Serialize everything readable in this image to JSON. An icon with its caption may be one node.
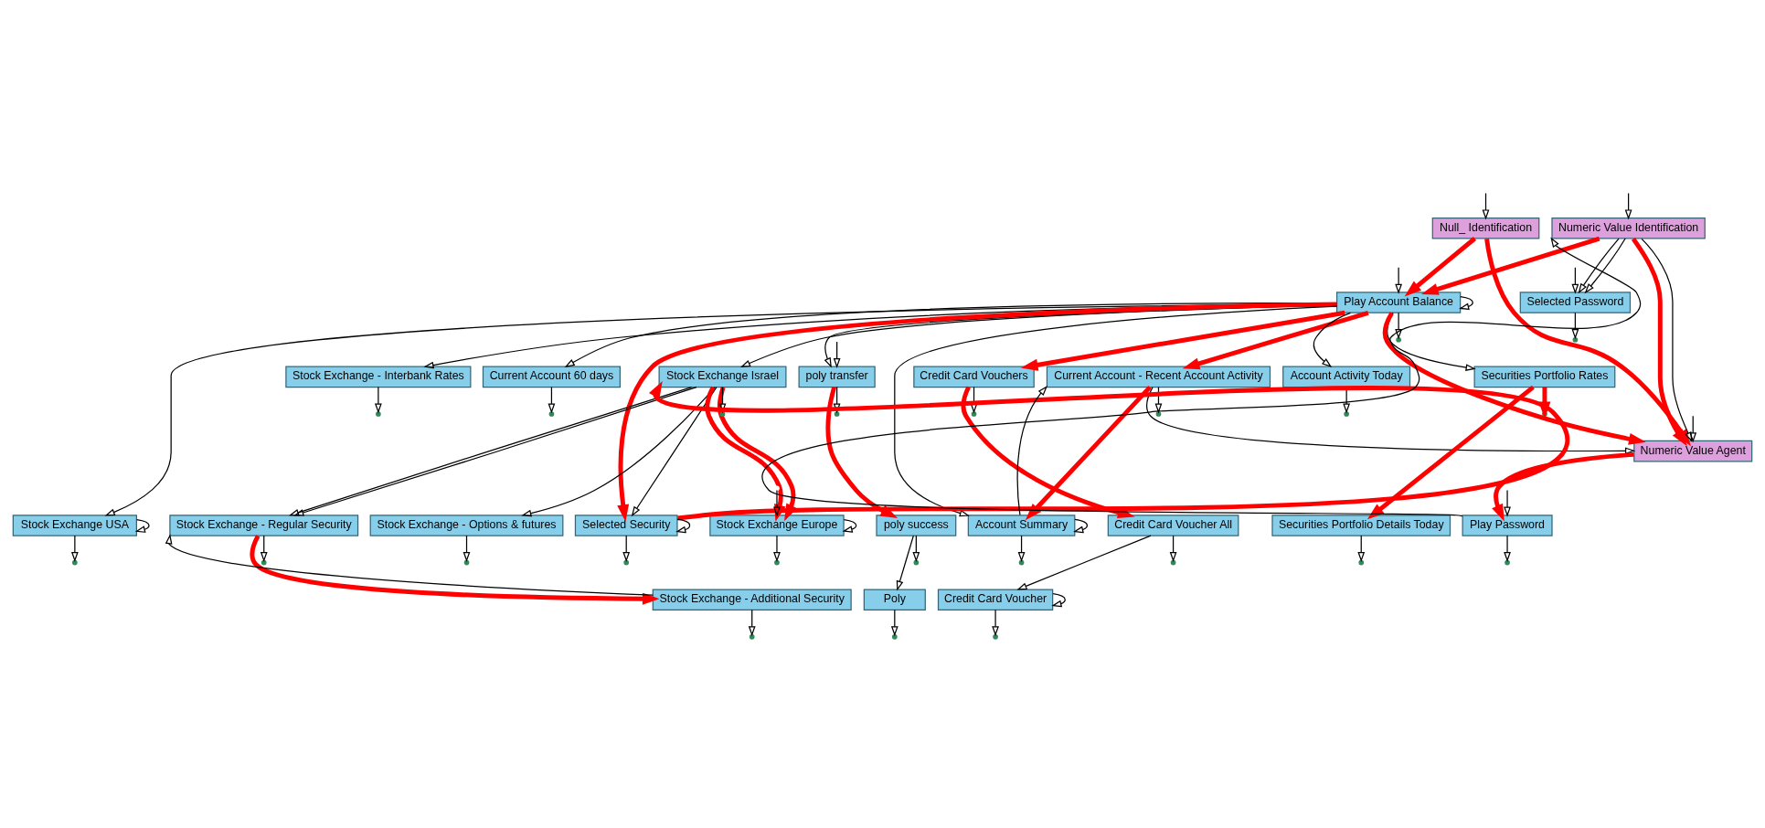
{
  "diagram": {
    "nodes": [
      {
        "text": [
          "Null_ Identification"
        ]
      },
      {
        "text": [
          "Numeric Value Identification"
        ]
      },
      {
        "text": [
          "Play Account Balance"
        ]
      },
      {
        "text": [
          "Selected Password"
        ]
      },
      {
        "text": [
          "Stock Exchange - Interbank Rates"
        ]
      },
      {
        "text": [
          "Current Account 60 days"
        ]
      },
      {
        "text": [
          "Stock Exchange Israel"
        ]
      },
      {
        "text": [
          "poly transfer"
        ]
      },
      {
        "text": [
          "Credit Card Vouchers"
        ]
      },
      {
        "text": [
          "Current Account - Recent Account Activity"
        ]
      },
      {
        "text": [
          "Account Activity Today"
        ]
      },
      {
        "text": [
          "Securities Portfolio Rates"
        ]
      },
      {
        "text": [
          "Numeric Value Agent"
        ]
      },
      {
        "text": [
          "Stock Exchange USA"
        ]
      },
      {
        "text": [
          "Stock Exchange - Regular Security"
        ]
      },
      {
        "text": [
          "Stock Exchange - Options & futures"
        ]
      },
      {
        "text": [
          "Selected Security"
        ]
      },
      {
        "text": [
          "Stock Exchange Europe"
        ]
      },
      {
        "text": [
          "poly success"
        ]
      },
      {
        "text": [
          "Account Summary"
        ]
      },
      {
        "text": [
          "Credit Card Voucher All"
        ]
      },
      {
        "text": [
          "Securities Portfolio Details Today"
        ]
      },
      {
        "text": [
          "Play Password"
        ]
      },
      {
        "text": [
          "Stock Exchange - Additional Security"
        ]
      },
      {
        "text": [
          "Poly"
        ]
      },
      {
        "text": [
          "Credit Card Voucher"
        ]
      }
    ],
    "edges": [
      {
        "from": null,
        "to": 0,
        "arrow": "to"
      },
      {
        "from": null,
        "to": 1,
        "arrow": "to"
      },
      {
        "from": 0,
        "to": 2,
        "arrow": "to",
        "style": "thick",
        "color": "#ff0000"
      },
      {
        "from": 0,
        "to": 12,
        "arrow": "to",
        "style": "thick",
        "color": "#ff0000"
      },
      {
        "from": 1,
        "to": 2,
        "arrow": "to",
        "style": "thick",
        "color": "#ff0000"
      },
      {
        "from": 1,
        "to": 3,
        "arrow": "to"
      },
      {
        "from": 1,
        "to": 3,
        "arrow": "to"
      },
      {
        "from": null,
        "to": 3,
        "arrow": "to"
      },
      {
        "from": 3,
        "to": null,
        "arrow": "to"
      },
      {
        "from": 1,
        "to": 12,
        "arrow": "to",
        "style": "thick",
        "color": "#ff0000"
      },
      {
        "from": 1,
        "to": 12,
        "arrow": "to"
      },
      {
        "from": 22,
        "to": 1,
        "arrow": "to"
      },
      {
        "from": 2,
        "to": 2,
        "arrow": "to"
      },
      {
        "from": null,
        "to": 2,
        "arrow": "to"
      },
      {
        "from": 2,
        "to": null,
        "arrow": "to"
      },
      {
        "from": 2,
        "to": 4,
        "arrow": "to"
      },
      {
        "from": 2,
        "to": 5,
        "arrow": "to"
      },
      {
        "from": 2,
        "to": 13,
        "arrow": "to"
      },
      {
        "from": 2,
        "to": 6,
        "arrow": "to"
      },
      {
        "from": 2,
        "to": 16,
        "arrow": "to",
        "style": "thick",
        "color": "#ff0000"
      },
      {
        "from": 2,
        "to": 7,
        "arrow": "to"
      },
      {
        "from": 2,
        "to": 19,
        "arrow": "to"
      },
      {
        "from": 2,
        "to": 8,
        "arrow": "to",
        "style": "thick",
        "color": "#ff0000"
      },
      {
        "from": 2,
        "to": 9,
        "arrow": "to",
        "style": "thick",
        "color": "#ff0000"
      },
      {
        "from": 2,
        "to": 10,
        "arrow": "to"
      },
      {
        "from": 2,
        "to": 11,
        "arrow": "to"
      },
      {
        "from": 2,
        "to": 12,
        "arrow": "to",
        "style": "thick",
        "color": "#ff0000"
      },
      {
        "from": 4,
        "to": null,
        "arrow": "to"
      },
      {
        "from": 5,
        "to": null,
        "arrow": "to"
      },
      {
        "from": 6,
        "to": null,
        "arrow": "to"
      },
      {
        "from": 6,
        "to": 14,
        "arrow": "to"
      },
      {
        "from": 6,
        "to": 14,
        "arrow": "to"
      },
      {
        "from": 6,
        "to": 15,
        "arrow": "to"
      },
      {
        "from": 6,
        "to": 16,
        "arrow": "to"
      },
      {
        "from": 16,
        "to": 6,
        "arrow": "to",
        "style": "thick",
        "color": "#ff0000"
      },
      {
        "from": 6,
        "to": 17,
        "arrow": "to",
        "style": "thick",
        "color": "#ff0000"
      },
      {
        "from": 6,
        "to": 17,
        "arrow": "to",
        "style": "thick",
        "color": "#ff0000"
      },
      {
        "from": null,
        "to": 7,
        "arrow": "to"
      },
      {
        "from": 7,
        "to": null,
        "arrow": "to"
      },
      {
        "from": 7,
        "to": 18,
        "arrow": "to",
        "style": "thick",
        "color": "#ff0000"
      },
      {
        "from": 8,
        "to": null,
        "arrow": "to"
      },
      {
        "from": 8,
        "to": 20,
        "arrow": "to",
        "style": "thick",
        "color": "#ff0000"
      },
      {
        "from": 9,
        "to": null,
        "arrow": "to"
      },
      {
        "from": 9,
        "to": 19,
        "arrow": "to",
        "style": "thick",
        "color": "#ff0000"
      },
      {
        "from": 19,
        "to": 9,
        "arrow": "to"
      },
      {
        "from": 9,
        "to": 12,
        "arrow": "to"
      },
      {
        "from": 10,
        "to": null,
        "arrow": "to"
      },
      {
        "from": 11,
        "to": 21,
        "arrow": "to",
        "style": "thick",
        "color": "#ff0000"
      },
      {
        "from": 11,
        "to": null,
        "arrow": "to",
        "style": "thick",
        "color": "#ff0000"
      },
      {
        "from": null,
        "to": 12,
        "arrow": "to"
      },
      {
        "from": 12,
        "to": 22,
        "arrow": "to",
        "style": "thick",
        "color": "#ff0000"
      },
      {
        "from": null,
        "to": 22,
        "arrow": "to"
      },
      {
        "from": 22,
        "to": null,
        "arrow": "to"
      },
      {
        "from": 13,
        "to": 13,
        "arrow": "to"
      },
      {
        "from": 13,
        "to": null,
        "arrow": "to"
      },
      {
        "from": 14,
        "to": 23,
        "arrow": "to",
        "style": "thick",
        "color": "#ff0000"
      },
      {
        "from": 23,
        "to": 14,
        "arrow": "to"
      },
      {
        "from": 14,
        "to": null,
        "arrow": "to"
      },
      {
        "from": 15,
        "to": null,
        "arrow": "to"
      },
      {
        "from": 16,
        "to": 16,
        "arrow": "to"
      },
      {
        "from": 16,
        "to": null,
        "arrow": "to"
      },
      {
        "from": 17,
        "to": 17,
        "arrow": "to"
      },
      {
        "from": null,
        "to": 17,
        "arrow": "to"
      },
      {
        "from": 17,
        "to": null,
        "arrow": "to"
      },
      {
        "from": 18,
        "to": null,
        "arrow": "to"
      },
      {
        "from": 18,
        "to": 24,
        "arrow": "to"
      },
      {
        "from": 19,
        "to": 19,
        "arrow": "to"
      },
      {
        "from": 19,
        "to": null,
        "arrow": "to"
      },
      {
        "from": 20,
        "to": 25,
        "arrow": "to"
      },
      {
        "from": 20,
        "to": null,
        "arrow": "to"
      },
      {
        "from": 21,
        "to": null,
        "arrow": "to"
      },
      {
        "from": 23,
        "to": null,
        "arrow": "to"
      },
      {
        "from": 24,
        "to": null,
        "arrow": "to"
      },
      {
        "from": 25,
        "to": 25,
        "arrow": "to"
      },
      {
        "from": 25,
        "to": null,
        "arrow": "to"
      }
    ]
  }
}
